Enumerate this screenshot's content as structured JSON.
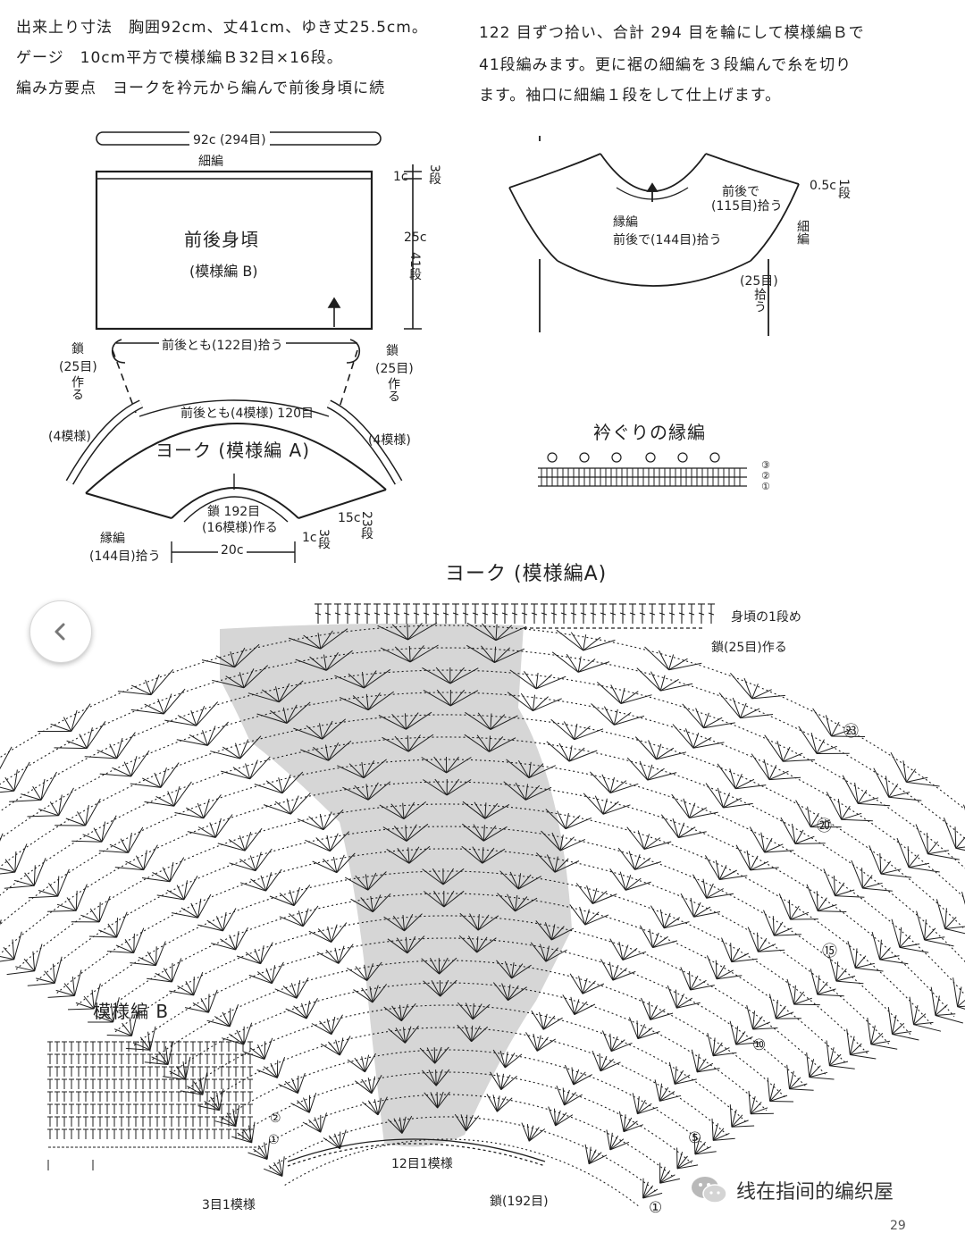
{
  "header": {
    "left_line1": "出来上り寸法　胸囲92cm、丈41cm、ゆき丈25.5cm。",
    "left_line2": "ゲージ　10cm平方で模様編Ｂ32目×16段。",
    "left_line3": "編み方要点　ヨークを衿元から編んで前後身頃に続",
    "right_line1": "122 目ずつ拾い、合計 294 目を輪にして模様編Ｂで",
    "right_line2": "41段編みます。更に裾の細編を３段編んで糸を切り",
    "right_line3": "ます。袖口に細編１段をして仕上げます。"
  },
  "body_diagram": {
    "width_label": "92c (294目)",
    "edge_label": "細編",
    "title": "前後身頃",
    "subtitle": "(模様編 B)",
    "dim_1c": "1c",
    "dim_3dan": "3段",
    "dim_25c": "25c",
    "dim_41dan": "41段",
    "pickup_label": "前後とも(122目)拾う",
    "chain_left": "鎖",
    "chain_left_count": "(25目)",
    "chain_left_make": "作る",
    "chain_right": "鎖",
    "chain_right_count": "(25目)",
    "chain_right_make": "作る"
  },
  "yoke_diagram": {
    "top_label": "前後とも(4模様) 120目",
    "left_side": "(4模様)",
    "right_side": "(4模様)",
    "title": "ヨーク (模様編 A)",
    "chain_label": "鎖 192目",
    "chain_sub": "(16模様)作る",
    "edge_label": "縁編",
    "edge_pickup": "(144目)拾う",
    "width_label": "20c",
    "dim_15c": "15c",
    "dim_23dan": "23段",
    "dim_1c": "1c",
    "dim_3dan": "3段"
  },
  "collar_diagram": {
    "front_back": "前後で",
    "front_back_count": "(115目)拾う",
    "edge": "縁編",
    "edge_pickup": "前後で(144目)拾う",
    "dim": "0.5c",
    "dim_dan": "1段",
    "sc": "細編",
    "pickup_25": "(25目)",
    "pickup_25b": "拾う"
  },
  "collar_chart": {
    "title": "衿ぐりの縁編",
    "rows": [
      "③",
      "②",
      "①"
    ]
  },
  "yoke_chart": {
    "title": "ヨーク (模様編A)",
    "label_row1": "身頃の1段め",
    "label_chain": "鎖(25目)作る",
    "row_23": "㉓",
    "row_20": "⑳",
    "row_15": "⑮",
    "row_10": "⑩",
    "row_5": "⑤",
    "row_1": "①",
    "repeat": "12目1模様",
    "chain_bottom": "鎖(192目)"
  },
  "pattern_b": {
    "title": "模様編 B",
    "row_2": "②",
    "row_1": "①",
    "repeat": "3目1模様"
  },
  "page_number": "29",
  "watermark": {
    "text": "线在指间的编织屋",
    "icon": "wechat-icon"
  },
  "nav": {
    "prev_icon": "chevron-left-icon"
  },
  "colors": {
    "ink": "#1e1e1e",
    "shade": "#d6d6d6",
    "paper": "#ffffff"
  }
}
